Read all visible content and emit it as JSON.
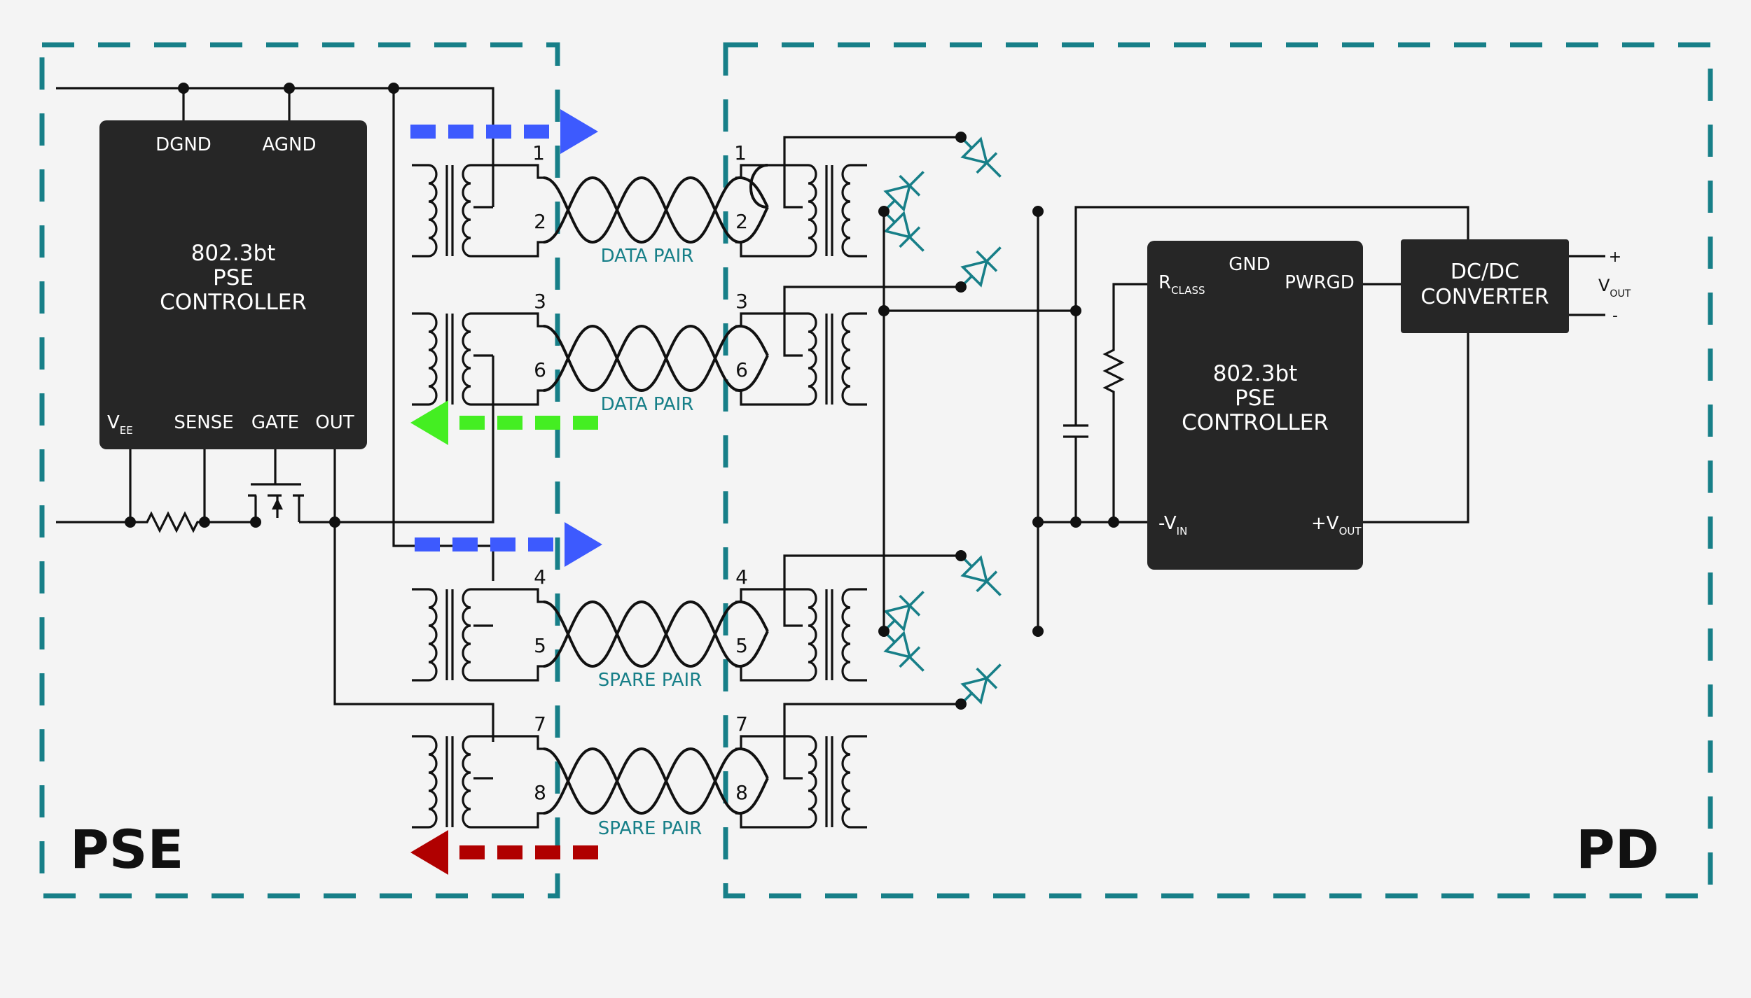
{
  "colors": {
    "background": "#f4f4f4",
    "boundary": "#177f88",
    "chip": "#262626",
    "wire": "#111111",
    "diode": "#177f88",
    "arrow_blue": "#3d5afe",
    "arrow_green": "#44ee22",
    "arrow_red": "#b00000"
  },
  "regions": {
    "pse": "PSE",
    "pd": "PD"
  },
  "pse_controller": {
    "title_line1": "802.3bt",
    "title_line2": "PSE",
    "title_line3": "CONTROLLER",
    "pin_dgnd": "DGND",
    "pin_agnd": "AGND",
    "pin_vee_main": "V",
    "pin_vee_sub": "EE",
    "pin_sense": "SENSE",
    "pin_gate": "GATE",
    "pin_out": "OUT"
  },
  "pd_controller": {
    "title_line1": "802.3bt",
    "title_line2": "PSE",
    "title_line3": "CONTROLLER",
    "pin_rclass_main": "R",
    "pin_rclass_sub": "CLASS",
    "pin_gnd": "GND",
    "pin_pwrgd": "PWRGD",
    "pin_vin_main": "-V",
    "pin_vin_sub": "IN",
    "pin_vout_main": "+V",
    "pin_vout_sub": "OUT"
  },
  "converter": {
    "line1": "DC/DC",
    "line2": "CONVERTER"
  },
  "output": {
    "plus": "+",
    "minus": "-",
    "vout_main": "V",
    "vout_sub": "OUT"
  },
  "pairs": [
    {
      "label": "DATA PAIR",
      "pin_top": "1",
      "pin_bottom": "2"
    },
    {
      "label": "DATA PAIR",
      "pin_top": "3",
      "pin_bottom": "6"
    },
    {
      "label": "SPARE PAIR",
      "pin_top": "4",
      "pin_bottom": "5"
    },
    {
      "label": "SPARE PAIR",
      "pin_top": "7",
      "pin_bottom": "8"
    }
  ],
  "arrows": [
    {
      "color": "blue",
      "direction": "right"
    },
    {
      "color": "green",
      "direction": "left"
    },
    {
      "color": "blue",
      "direction": "right"
    },
    {
      "color": "red",
      "direction": "left"
    }
  ]
}
